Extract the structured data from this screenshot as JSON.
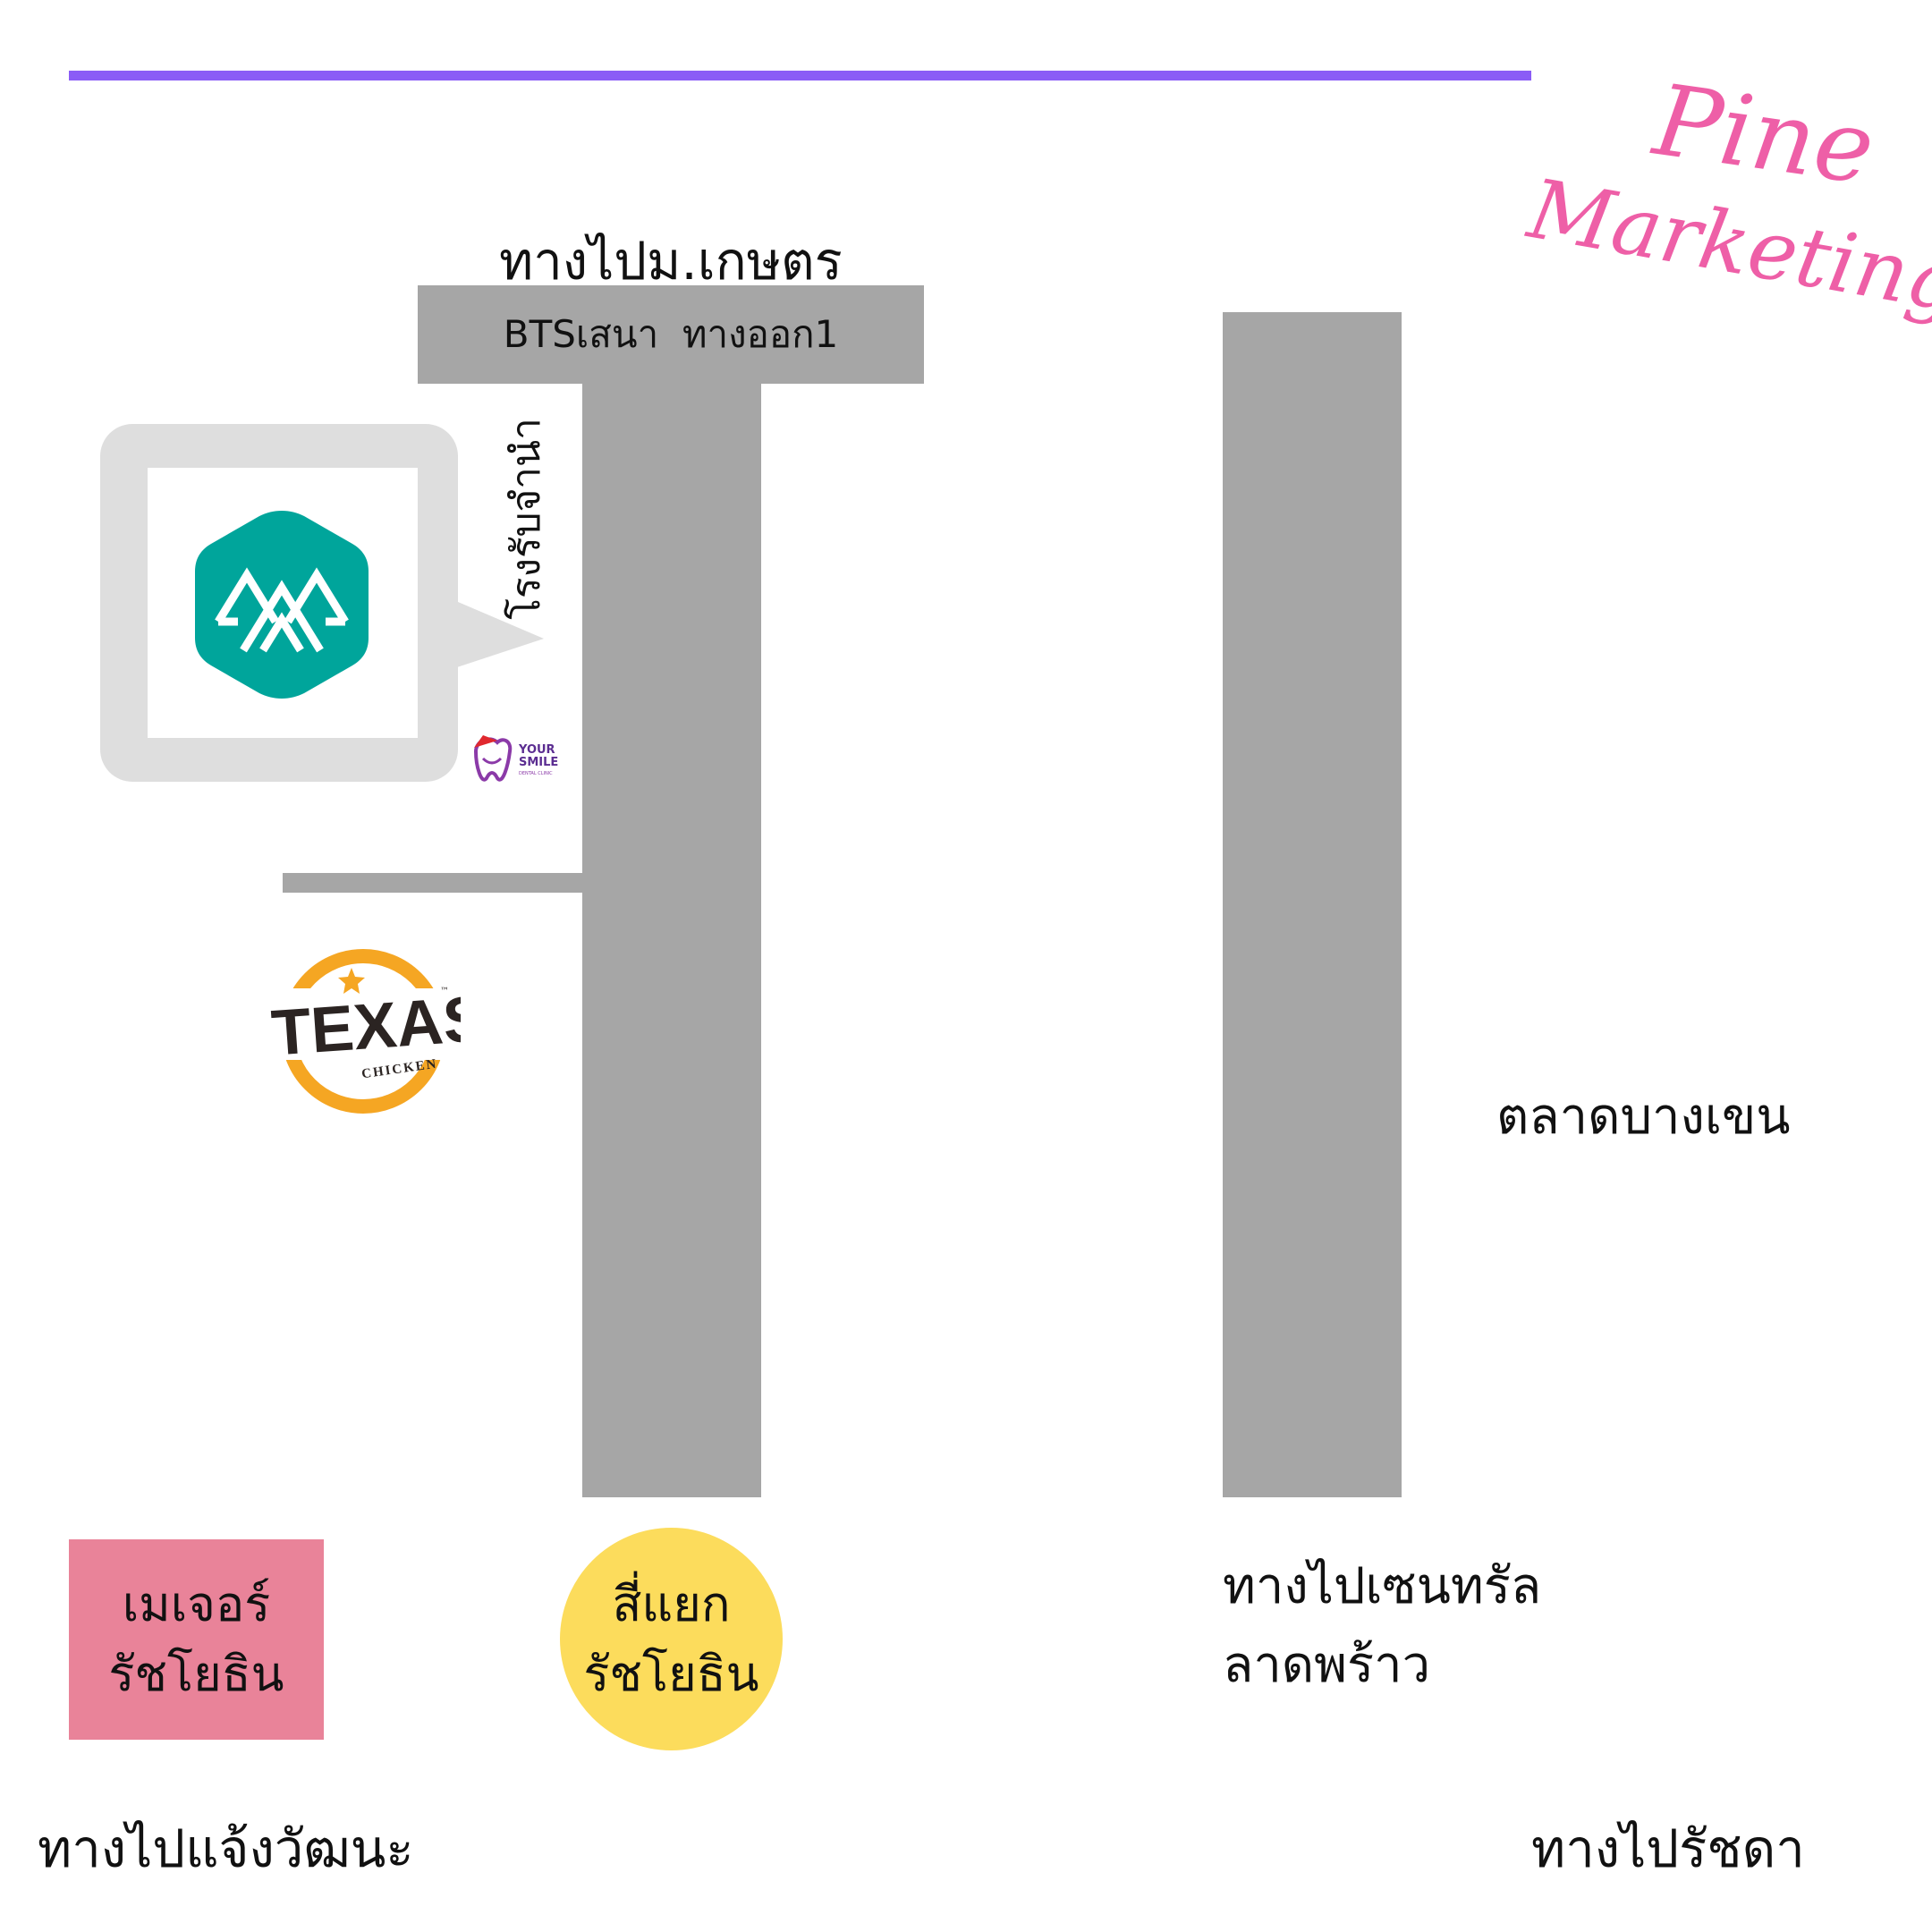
{
  "brand": {
    "watermark_line1": "Pine",
    "watermark_line2": "Marketing",
    "color": "#ee5fa7",
    "accent_line_color": "#8b5cf6"
  },
  "map": {
    "top_direction": "ทางไปม.เกษตร",
    "bts_station": "BTSเสนา  ทางออก1",
    "pawnshop": "โรงรับจำนำ",
    "market": "ตลาดบางเขน",
    "to_central": {
      "line1": "ทางไปเซนทรัล",
      "line2": "ลาดพร้าว"
    },
    "to_chaeng_watthana": "ทางไปแจ้งวัฒนะ",
    "to_ratchada": "ทางไปรัชดา",
    "major": {
      "line1": "เมเจอร์",
      "line2": "รัชโยธิน",
      "color": "#e98399"
    },
    "intersection": {
      "line1": "สี่แยก",
      "line2": "รัชโยธิน",
      "color": "#fcdc5c"
    },
    "road_color": "#a6a6a6",
    "shop_marker_color": "#00a59b"
  },
  "logos": {
    "texas": {
      "word": "TEXAS",
      "sub": "CHICKEN",
      "tm": "™",
      "ring_color": "#f5a623"
    },
    "your_smile": {
      "line1": "YOUR",
      "line2": "SMILE",
      "line3": "DENTAL CLINIC"
    }
  }
}
